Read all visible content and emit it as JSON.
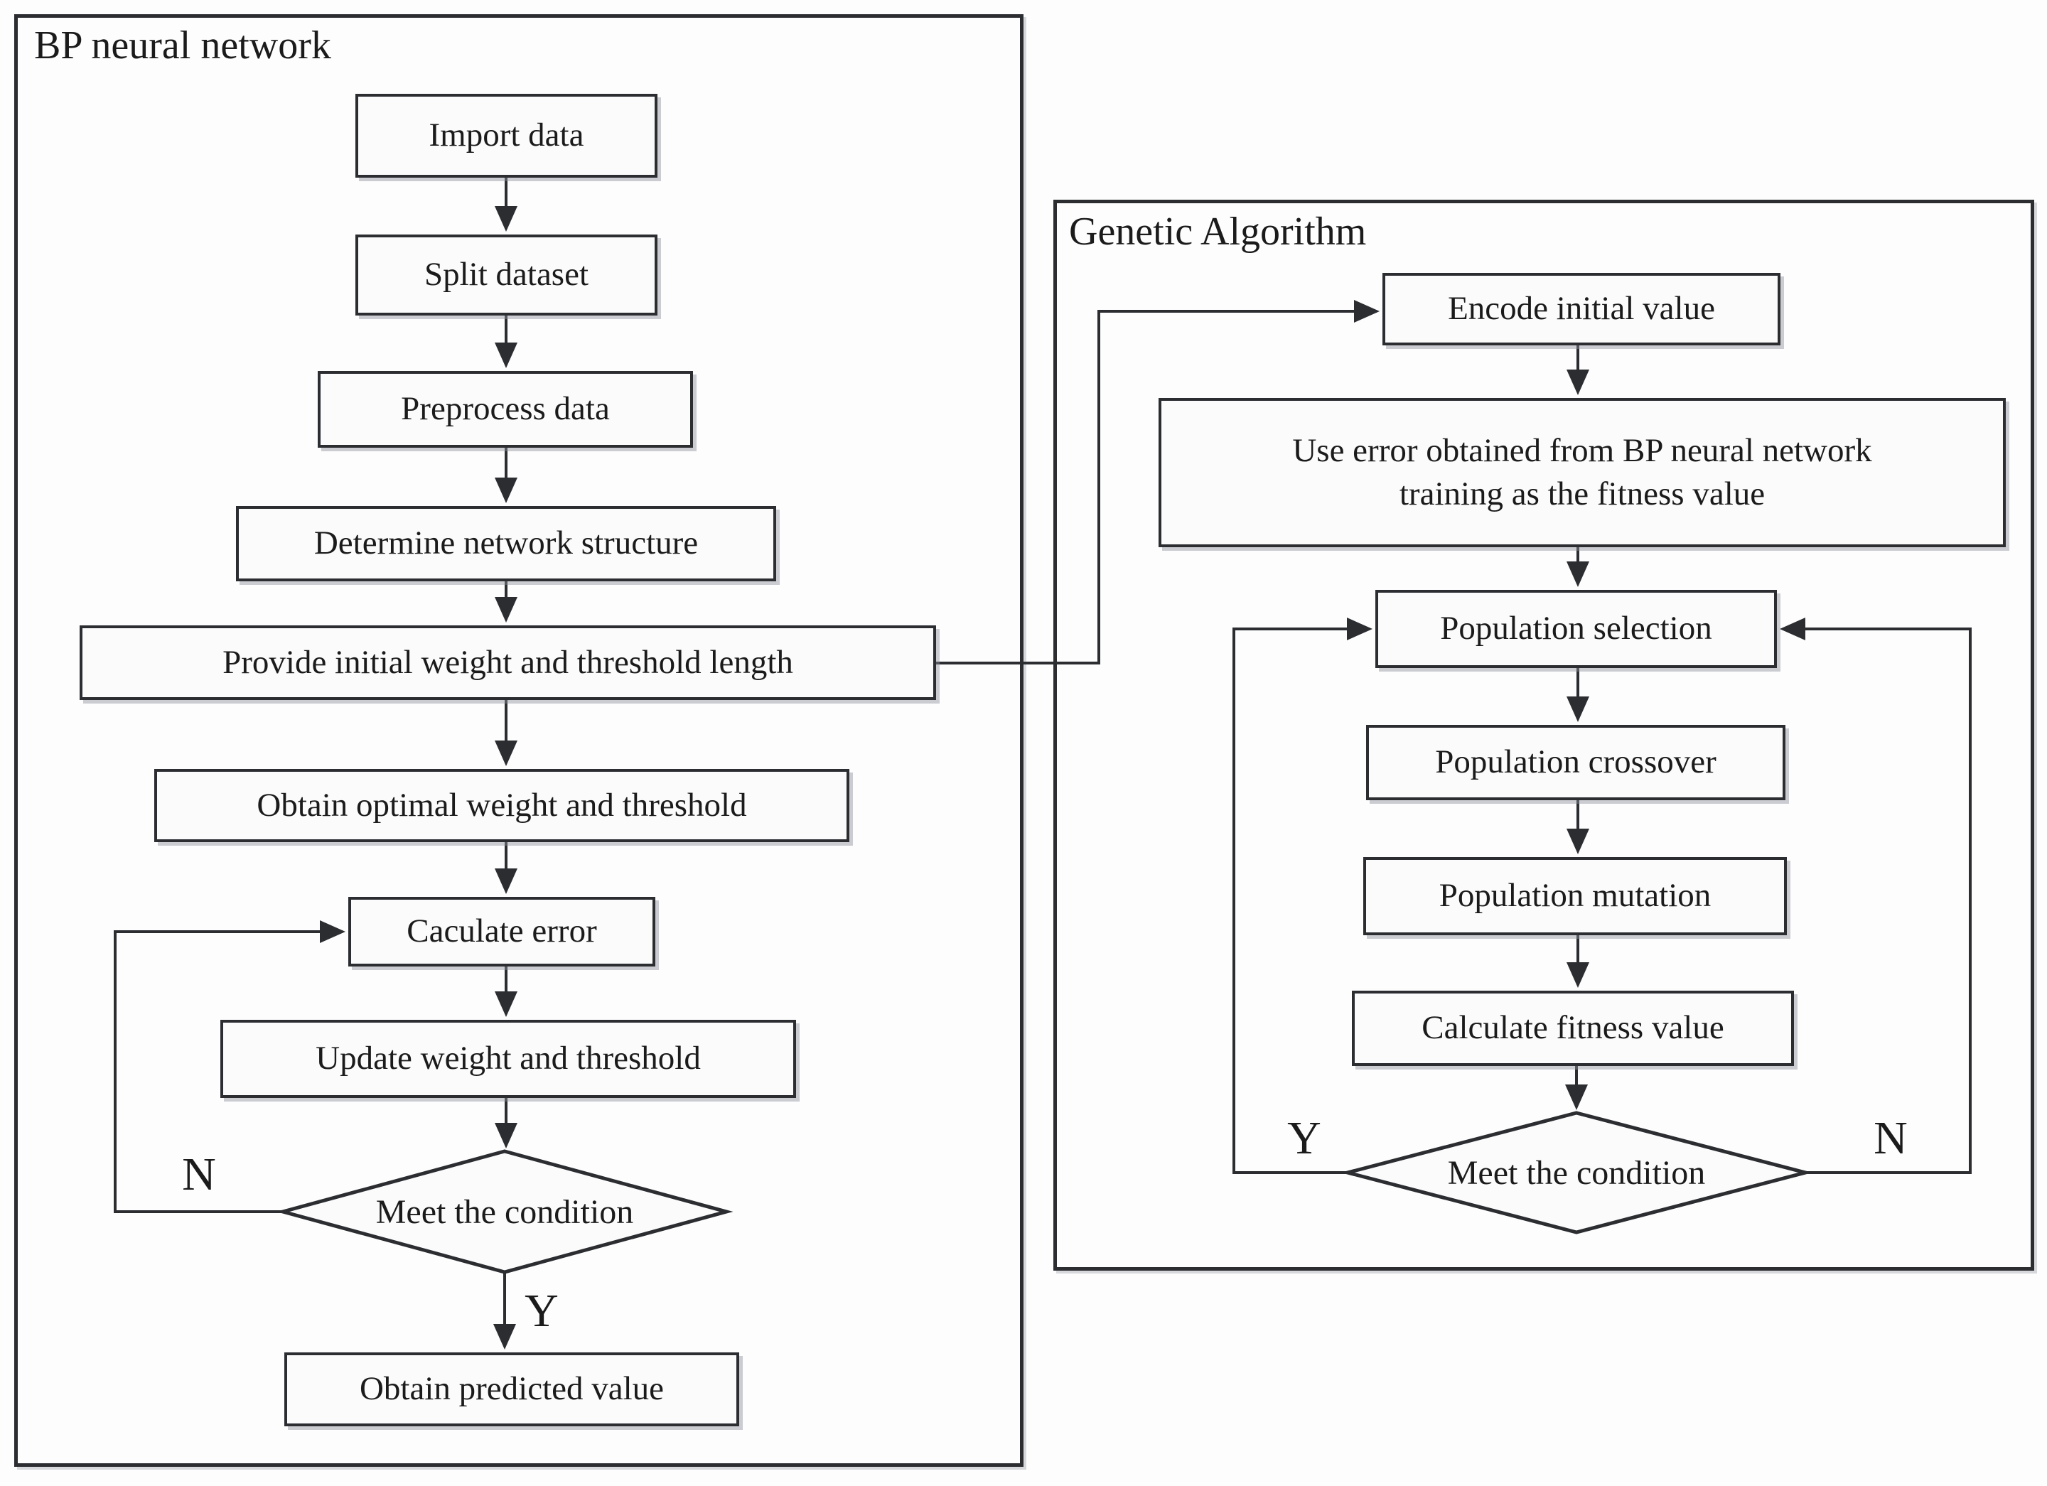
{
  "figure": {
    "bp": {
      "title": "BP neural network",
      "nodes": {
        "import_data": "Import data",
        "split_dataset": "Split dataset",
        "preprocess_data": "Preprocess data",
        "determine_structure": "Determine network structure",
        "provide_initial": "Provide initial weight and threshold length",
        "obtain_optimal": "Obtain optimal weight and threshold",
        "caculate_error": "Caculate error",
        "update_weight": "Update weight and threshold",
        "decision": "Meet the condition",
        "obtain_predicted": "Obtain predicted value"
      },
      "branches": {
        "no": "N",
        "yes": "Y"
      }
    },
    "ga": {
      "title": "Genetic Algorithm",
      "nodes": {
        "encode": "Encode initial value",
        "use_error_line1": "Use error obtained from BP neural network",
        "use_error_line2": "training as the fitness value",
        "pop_selection": "Population selection",
        "pop_crossover": "Population crossover",
        "pop_mutation": "Population mutation",
        "calc_fitness": "Calculate fitness value",
        "decision": "Meet the condition"
      },
      "branches": {
        "yes": "Y",
        "no": "N"
      }
    },
    "colors": {
      "line": "#2b2d31",
      "box_fill": "#fbfbfc",
      "text": "#1b1b1b",
      "background": "#fdfdfd"
    }
  }
}
